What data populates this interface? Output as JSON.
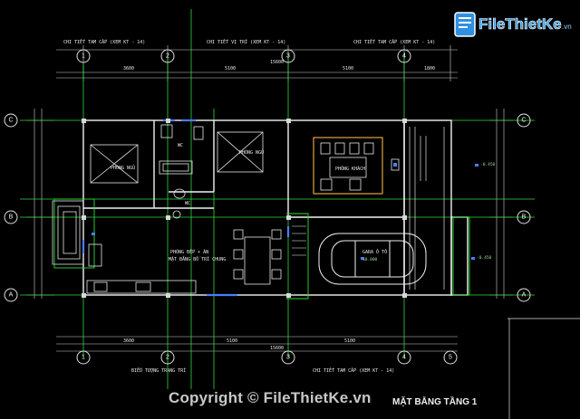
{
  "watermark": {
    "brand_name": "FileThietKe",
    "brand_tld": ".vn",
    "copyright": "Copyright © FileThietKe.vn"
  },
  "drawing": {
    "title": "MẶT BẰNG TẦNG 1",
    "grid_columns": [
      "1",
      "2",
      "3",
      "4",
      "5"
    ],
    "grid_rows": [
      "C",
      "B",
      "A"
    ],
    "rooms": {
      "bedroom_1": "PHÒNG NGỦ",
      "bedroom_2": "PHÒNG NGỦ",
      "wc_1": "WC",
      "wc_2": "WC",
      "living": "PHÒNG KHÁCH",
      "kitchen": "PHÒNG BẾP + ĂN",
      "dining_note": "MẶT BẰNG BỐ TRÍ CHUNG",
      "garage": "GARA Ô TÔ"
    },
    "elevations": {
      "garage": "±0.000",
      "right": "-0.450",
      "right_2": "-0.450"
    }
  }
}
